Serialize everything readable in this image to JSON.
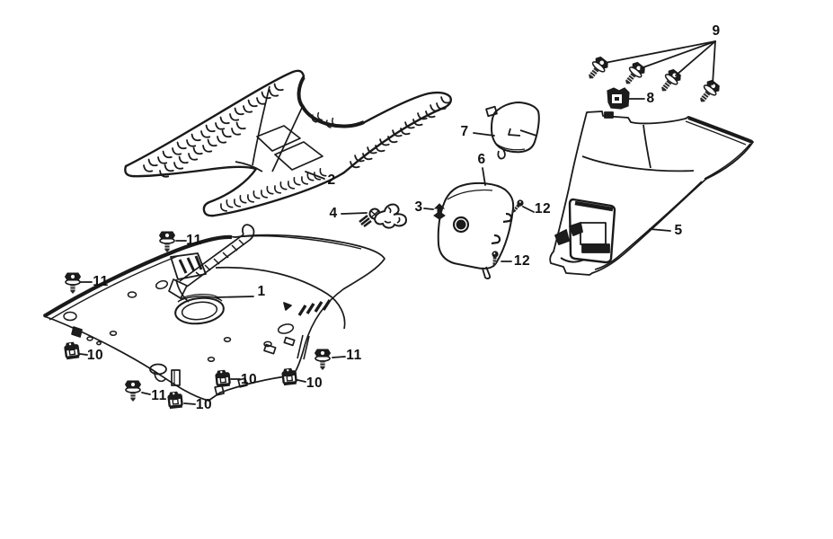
{
  "figure": {
    "kind": "exploded-parts-line-diagram",
    "background_color": "#ffffff",
    "line_color": "#1a1a1a",
    "label_color": "#111111"
  },
  "callouts": {
    "c1": {
      "text": "1"
    },
    "c2": {
      "text": "2"
    },
    "c3": {
      "text": "3"
    },
    "c4": {
      "text": "4"
    },
    "c5": {
      "text": "5"
    },
    "c6": {
      "text": "6"
    },
    "c7": {
      "text": "7"
    },
    "c8": {
      "text": "8"
    },
    "c9": {
      "text": "9"
    },
    "c10a": {
      "text": "10"
    },
    "c10b": {
      "text": "10"
    },
    "c10c": {
      "text": "10"
    },
    "c10d": {
      "text": "10"
    },
    "c11a": {
      "text": "11"
    },
    "c11b": {
      "text": "11"
    },
    "c11c": {
      "text": "11"
    },
    "c11d": {
      "text": "11"
    },
    "c12a": {
      "text": "12"
    },
    "c12b": {
      "text": "12"
    }
  }
}
